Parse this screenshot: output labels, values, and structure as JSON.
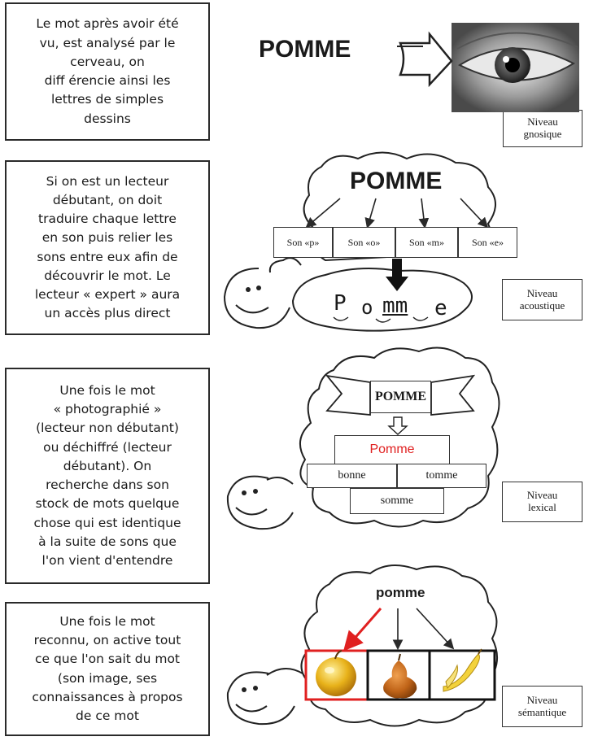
{
  "panels": [
    {
      "text": "Le mot après avoir été\nvu, est analysé par le\ncerveau, on\ndiff érencie ainsi les\nlettres de simples\ndessins",
      "level": "Niveau\ngnosique"
    },
    {
      "text": "Si on est un lecteur\ndébutant, on doit\ntraduire chaque lettre\nen son puis relier les\nsons entre eux afin de\ndécouvrir le mot. Le\nlecteur « expert » aura\nun accès plus direct",
      "level": "Niveau\nacoustique"
    },
    {
      "text": "Une fois le mot\n« photographié »\n(lecteur non débutant)\nou déchiffré (lecteur\ndébutant). On\nrecherche dans son\nstock de mots quelque\nchose qui est identique\nà la suite de sons que\nl'on vient d'entendre",
      "level": "Niveau\nlexical"
    },
    {
      "text": "Une fois le mot\nreconnu, on active tout\nce que l'on sait du mot\n(son image, ses\nconnaissances à propos\nde ce mot",
      "level": "Niveau\nsémantique"
    }
  ],
  "gnosique": {
    "word": "POMME"
  },
  "acoustique": {
    "word": "POMME",
    "sons": [
      "Son «p»",
      "Son «o»",
      "Son «m»",
      "Son «e»"
    ],
    "letters": [
      "P",
      "o",
      "mm",
      "e"
    ]
  },
  "lexical": {
    "banner": "POMME",
    "match": "Pomme",
    "candidates": [
      "bonne",
      "tomme",
      "somme"
    ]
  },
  "semantique": {
    "word": "pomme",
    "images": [
      "apple",
      "pear",
      "banana"
    ]
  },
  "colors": {
    "highlight": "#e02020",
    "line": "#2a2a2a"
  }
}
